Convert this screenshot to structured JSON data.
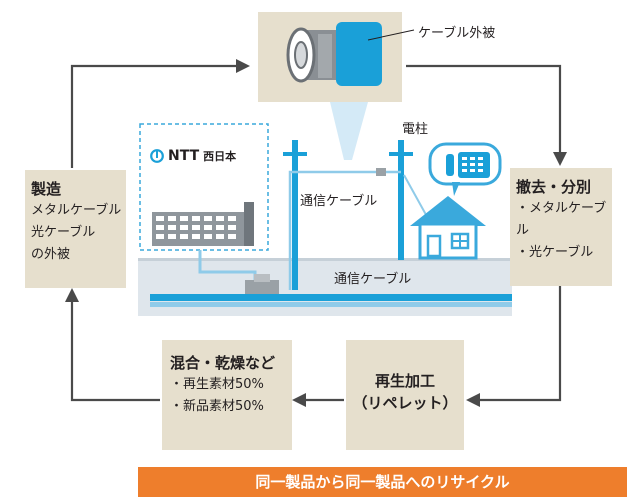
{
  "top_label": "ケーブル外被",
  "pole_label": "電柱",
  "aerial_cable_label": "通信ケーブル",
  "underground_cable_label": "通信ケーブル",
  "company_logo": "NTT西日本",
  "company_logo_prefix": "NTT",
  "company_logo_suffix": "西日本",
  "manufacturing": {
    "title": "製造",
    "lines": [
      "メタルケーブル",
      "光ケーブル",
      "の外被"
    ]
  },
  "removal": {
    "title": "撤去・分別",
    "lines": [
      "・メタルケーブル",
      "・光ケーブル"
    ]
  },
  "regeneration": {
    "title": "再生加工",
    "subtitle": "（リペレット）"
  },
  "mixing": {
    "title": "混合・乾燥など",
    "lines": [
      "・再生素材50%",
      "・新品素材50%"
    ]
  },
  "banner": "同一製品から同一製品へのリサイクル",
  "colors": {
    "beige": "#e6dfcd",
    "blue": "#1aa0d8",
    "light_blue": "#a9d7ef",
    "orange": "#ee7e2c",
    "arrow": "#4a4a4a"
  }
}
